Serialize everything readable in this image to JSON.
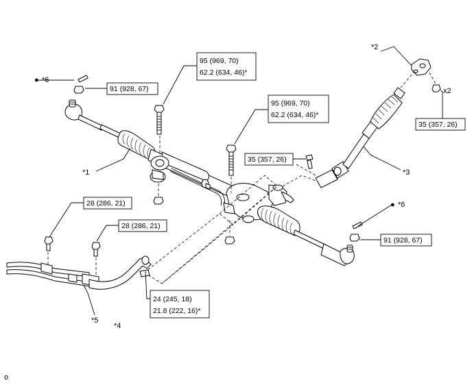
{
  "torques": {
    "bolt_upper_left": {
      "line1": "95 (969, 70)",
      "line2": "62.2 (634, 46)*"
    },
    "bolt_upper_mid": {
      "line1": "95 (969, 70)",
      "line2": "62.2 (634, 46)*"
    },
    "tie_rod_nut_left": "91 (928, 67)",
    "tie_rod_nut_right": "91 (928, 67)",
    "coupling_bolt": "35 (357, 26)",
    "bracket_bolt": "35 (357, 26)",
    "clamp_bolt_a": "28 (286, 21)",
    "clamp_bolt_b": "28 (286, 21)",
    "union_bolt": {
      "line1": "24 (245, 18)",
      "line2": "21.8 (222, 16)*"
    }
  },
  "callouts": {
    "c1": "*1",
    "c2": "*2",
    "c3": "*3",
    "c4": "*4",
    "c5": "*5",
    "c6_left": "*6",
    "c6_right": "*6"
  },
  "bullet": "●",
  "quantity_x2": "x2",
  "figure_code": "o"
}
